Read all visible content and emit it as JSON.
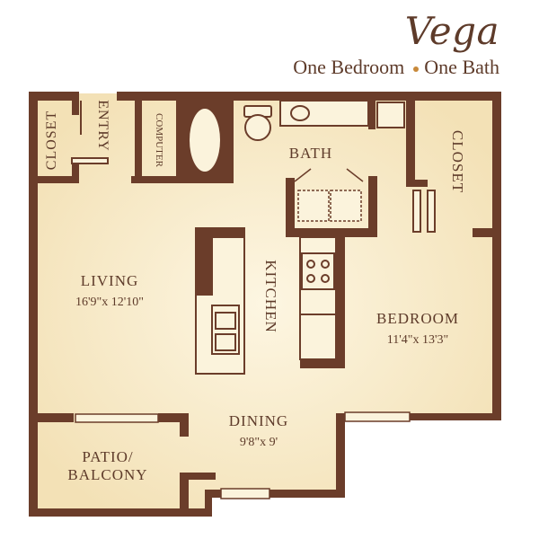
{
  "header": {
    "title": "Vega",
    "bedrooms": "One Bedroom",
    "baths": "One Bath"
  },
  "rooms": {
    "living": {
      "name": "LIVING",
      "size": "16'9\"x 12'10\""
    },
    "bedroom": {
      "name": "BEDROOM",
      "size": "11'4\"x 13'3\""
    },
    "dining": {
      "name": "DINING",
      "size": "9'8\"x 9'"
    },
    "patio_line1": "PATIO/",
    "patio_line2": "BALCONY",
    "kitchen": "KITCHEN",
    "bath": "BATH",
    "closet_left": "CLOSET",
    "closet_right": "CLOSET",
    "entry": "ENTRY",
    "computer": "COMPUTER"
  },
  "colors": {
    "wall": "#6b3d2a",
    "floor": "#f6e8c4",
    "floor_light": "#fbf3dc",
    "text": "#5e3b2a",
    "accent": "#c8893a"
  }
}
